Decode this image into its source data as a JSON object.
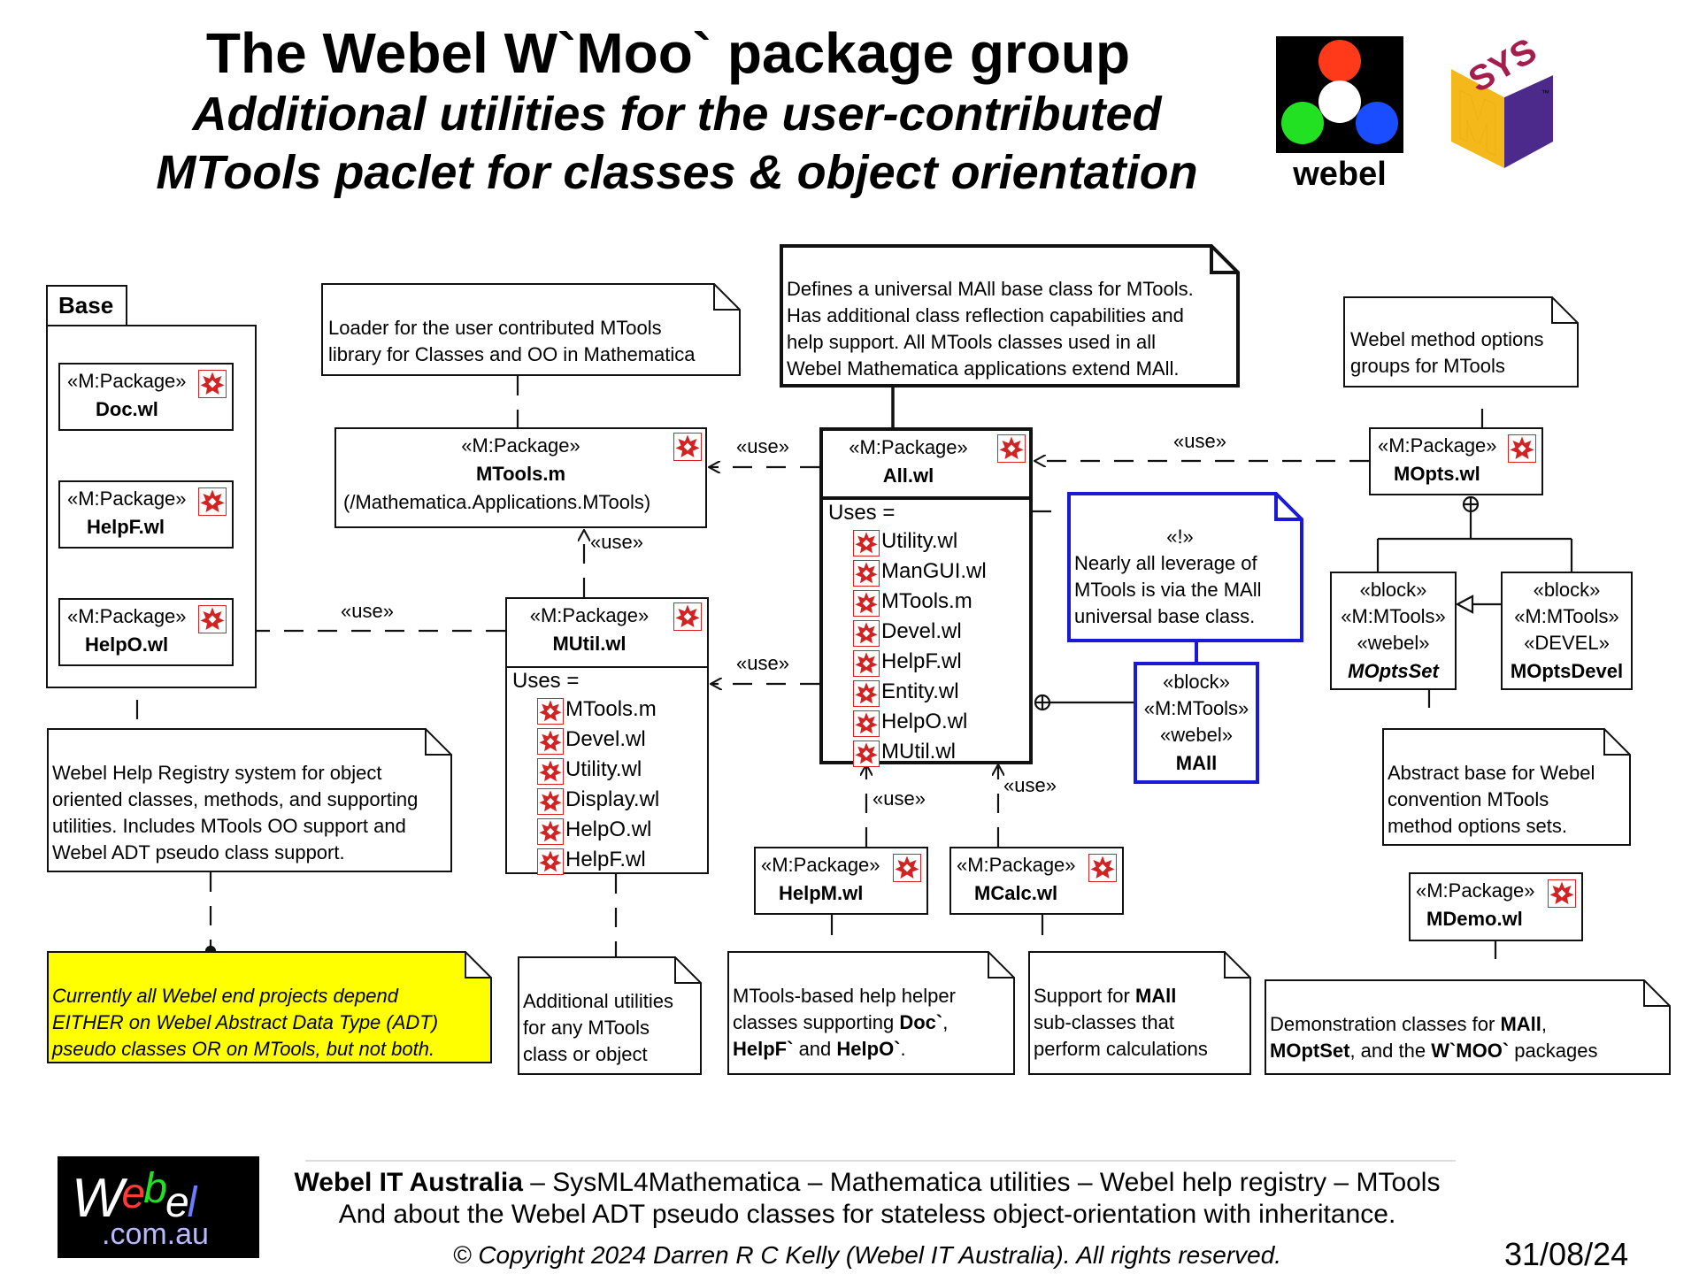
{
  "header": {
    "title": "The Webel W`Moo` package group",
    "subtitle_line1": "Additional utilities for the user-contributed",
    "subtitle_line2": "MTools paclet for classes & object orientation",
    "webel_logo_text": "webel",
    "sysml_logo": {
      "sys": "SYS",
      "m": "M",
      "l": "L",
      "tm": "™"
    }
  },
  "colors": {
    "logo_red": "#ff3a1a",
    "logo_green": "#22e022",
    "logo_blue": "#1a4dff",
    "note_yellow": "#ffff00",
    "mall_blue": "#1a1ad6",
    "mathematica_icon_red": "#d22222",
    "sysml_yellow": "#f5b81a",
    "sysml_purple": "#4b2a8c",
    "sysml_maroon": "#a51d4a"
  },
  "stereotypes": {
    "package": "«M:Package»",
    "use": "«use»",
    "block": "«block»",
    "mtools": "«M:MTools»",
    "webel": "«webel»",
    "devel": "«DEVEL»",
    "bang": "«!»"
  },
  "base_package": {
    "label": "Base",
    "packages": [
      {
        "name": "Doc.wl"
      },
      {
        "name": "HelpF.wl"
      },
      {
        "name": "HelpO.wl"
      }
    ]
  },
  "packages": {
    "mtools_m": {
      "name": "MTools.m",
      "path": "(/Mathematica.Applications.MTools)"
    },
    "all_wl": {
      "name": "All.wl",
      "uses_label": "Uses =",
      "uses": [
        "Utility.wl",
        "ManGUI.wl",
        "MTools.m",
        "Devel.wl",
        "HelpF.wl",
        "Entity.wl",
        "HelpO.wl",
        "MUtil.wl"
      ]
    },
    "mutil_wl": {
      "name": "MUtil.wl",
      "uses_label": "Uses =",
      "uses": [
        "MTools.m",
        "Devel.wl",
        "Utility.wl",
        "Display.wl",
        "HelpO.wl",
        "HelpF.wl"
      ]
    },
    "mopts_wl": {
      "name": "MOpts.wl"
    },
    "helpm_wl": {
      "name": "HelpM.wl"
    },
    "mcalc_wl": {
      "name": "MCalc.wl"
    },
    "mdemo_wl": {
      "name": "MDemo.wl"
    }
  },
  "blocks": {
    "mall": {
      "name": "MAll"
    },
    "moptsset": {
      "name": "MOptsSet"
    },
    "moptsdevel": {
      "name": "MOptsDevel"
    }
  },
  "notes": {
    "loader": {
      "line1": "Loader for the user contributed MTools",
      "line2": "library for Classes and OO in Mathematica"
    },
    "defines": {
      "line1": "Defines a universal MAll base class for MTools.",
      "line2": "Has additional class reflection capabilities and",
      "line3": "help support. All MTools classes used in all",
      "line4": "Webel Mathematica applications extend MAll."
    },
    "method_options": {
      "line1": "Webel method options",
      "line2": "groups for MTools"
    },
    "mall_note": {
      "line1": "Nearly all leverage of",
      "line2": "MTools is via the MAll",
      "line3": "universal base class."
    },
    "help_registry": {
      "line1": "Webel Help Registry system for object",
      "line2": "oriented classes, methods, and supporting",
      "line3": "utilities. Includes MTools OO support and",
      "line4": "Webel ADT pseudo class support."
    },
    "yellow": {
      "line1": "Currently all Webel end projects depend",
      "line2": "EITHER on Webel Abstract Data Type (ADT)",
      "line3": "pseudo classes OR on MTools, but not both."
    },
    "additional_utils": {
      "line1": "Additional utilities",
      "line2": "for any MTools",
      "line3": "class or object"
    },
    "help_helper": {
      "line1": "MTools-based help helper",
      "line2_pre": "classes supporting ",
      "line2_bold": "Doc`",
      "line2_post": ",",
      "line3_bold1": "HelpF`",
      "line3_mid": " and ",
      "line3_bold2": "HelpO`",
      "line3_post": "."
    },
    "support_mall": {
      "line1_pre": "Support for ",
      "line1_bold": "MAll",
      "line2": "sub-classes that",
      "line3": "perform calculations"
    },
    "abstract_base": {
      "line1": "Abstract base for Webel",
      "line2": "convention MTools",
      "line3": "method options sets."
    },
    "demo": {
      "line1_pre": "Demonstration classes for ",
      "line1_bold": "MAll",
      "line1_post": ",",
      "line2_bold1": "MOptSet",
      "line2_mid": ", and the ",
      "line2_bold2": "W`MOO`",
      "line2_post": " packages"
    }
  },
  "footer": {
    "logo_main": {
      "w": "W",
      "e": "e",
      "b": "b",
      "e2": "e",
      "l": "l"
    },
    "logo_domain": ".com.au",
    "line1_bold": "Webel IT Australia",
    "line1_rest": "  – SysML4Mathematica – Mathematica utilities – Webel help registry – MTools",
    "line2": "And about the Webel ADT pseudo classes for stateless object-orientation with inheritance.",
    "copyright": "© Copyright 2024 Darren R C Kelly (Webel IT Australia). All rights reserved.",
    "date": "31/08/24"
  }
}
